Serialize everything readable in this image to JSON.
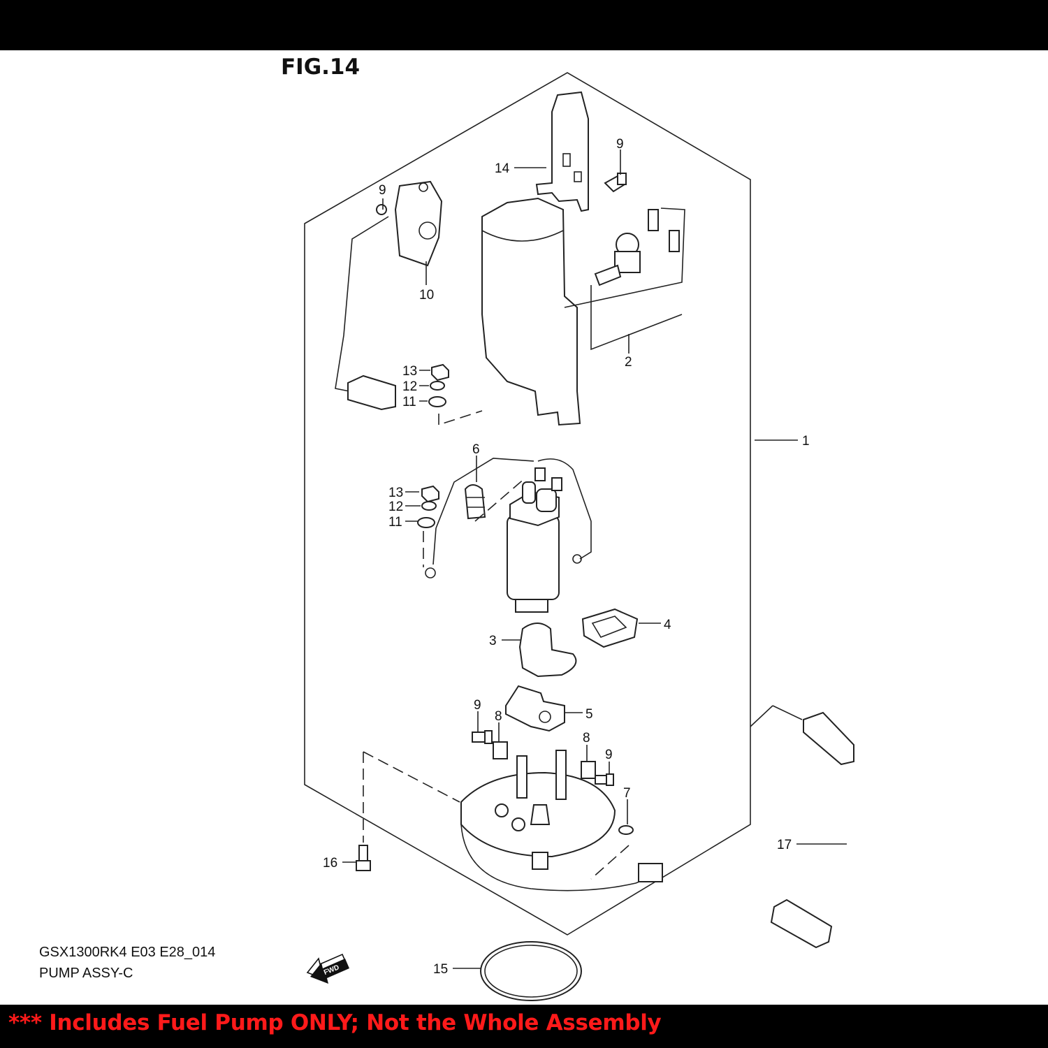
{
  "figure": {
    "title": "FIG.14"
  },
  "caption": {
    "model": "GSX1300RK4 E03 E28_014",
    "name": "PUMP ASSY-C"
  },
  "banner": {
    "text": "*** Includes Fuel Pump ONLY; Not the Whole Assembly",
    "color": "#ff1a1a"
  },
  "fwd_badge": {
    "text": "FWD"
  },
  "callouts": {
    "c1": "1",
    "c2": "2",
    "c3": "3",
    "c4": "4",
    "c5": "5",
    "c6": "6",
    "c7": "7",
    "c8a": "8",
    "c8b": "8",
    "c9a": "9",
    "c9b": "9",
    "c9c": "9",
    "c9d": "9",
    "c10": "10",
    "c11a": "11",
    "c11b": "11",
    "c12a": "12",
    "c12b": "12",
    "c13a": "13",
    "c13b": "13",
    "c14": "14",
    "c15": "15",
    "c16": "16",
    "c17": "17"
  }
}
